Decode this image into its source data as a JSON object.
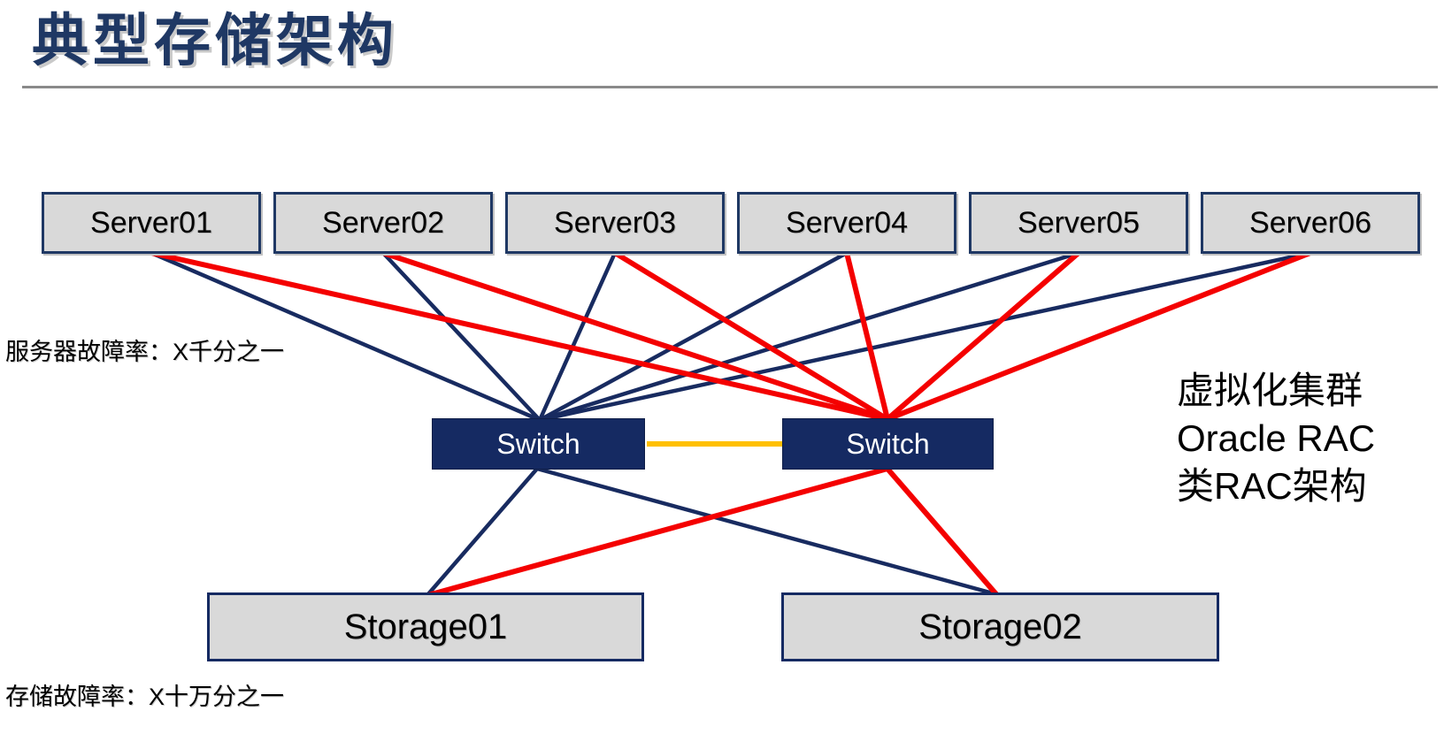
{
  "slide": {
    "title": "典型存储架构",
    "annotations": {
      "server_failure_rate": "服务器故障率：X千分之一",
      "storage_failure_rate": "存储故障率：X十万分之一",
      "cluster_note_lines": [
        "虚拟化集群",
        "Oracle RAC",
        "类RAC架构"
      ]
    },
    "servers": [
      {
        "label": "Server01"
      },
      {
        "label": "Server02"
      },
      {
        "label": "Server03"
      },
      {
        "label": "Server04"
      },
      {
        "label": "Server05"
      },
      {
        "label": "Server06"
      }
    ],
    "switches": [
      {
        "label": "Switch"
      },
      {
        "label": "Switch"
      }
    ],
    "storages": [
      {
        "label": "Storage01"
      },
      {
        "label": "Storage02"
      }
    ],
    "colors": {
      "title_navy": "#1F3864",
      "line_navy": "#182B60",
      "line_red": "#F40000",
      "switch_link_yellow": "#FFC000",
      "box_fill_gray": "#D9D9D9",
      "switch_fill_navy": "#152A62",
      "divider_gray": "#8A8A8A"
    }
  }
}
